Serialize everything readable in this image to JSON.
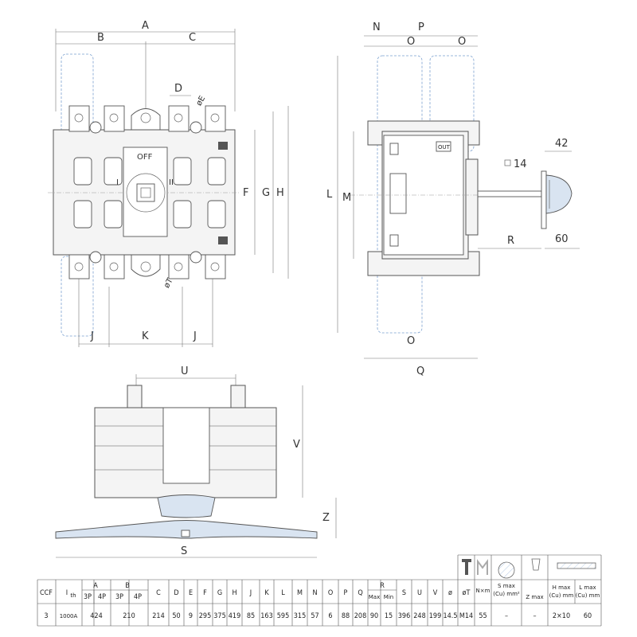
{
  "front_view": {
    "dims": {
      "A": "A",
      "B": "B",
      "C": "C",
      "D": "D",
      "E": "øE",
      "F": "F",
      "G": "G",
      "H": "H",
      "J1": "J",
      "K": "K",
      "J2": "J",
      "T": "øT"
    },
    "switch_label": "OFF",
    "pos_I": "I",
    "pos_II": "II"
  },
  "side_view": {
    "dims": {
      "N": "N",
      "P": "P",
      "O1": "O",
      "O2": "O",
      "O3": "O",
      "L": "L",
      "M": "M",
      "Q": "Q",
      "R": "R",
      "d42": "42",
      "d60": "60",
      "d14": "14"
    },
    "out_label": "OUT"
  },
  "bottom_view": {
    "dims": {
      "U": "U",
      "V": "V",
      "Z": "Z",
      "S": "S"
    }
  },
  "table": {
    "header": {
      "ccf": "CCF",
      "ith": "I",
      "ith_sub": "th",
      "A": "A",
      "A_3p": "3P",
      "A_4p": "4P",
      "B": "B",
      "B_3p": "3P",
      "B_4p": "4P",
      "cols": [
        "C",
        "D",
        "E",
        "F",
        "G",
        "H",
        "J",
        "K",
        "L",
        "M",
        "N",
        "O",
        "P",
        "Q"
      ],
      "R": "R",
      "R_max": "Max",
      "R_min": "Min",
      "cols2": [
        "S",
        "U",
        "V",
        "ø",
        "øT"
      ],
      "nxm": "N×m",
      "smax": "S max",
      "smax_unit": "(Cu) mm²",
      "zmax": "Z max",
      "hmax": "H max",
      "hmax_unit": "(Cu) mm",
      "lmax": "L max",
      "lmax_unit": "(Cu) mm"
    },
    "row": {
      "ccf": "3",
      "ith": "1000A",
      "A": "424",
      "B": "210",
      "cols": [
        "214",
        "50",
        "9",
        "295",
        "375",
        "419",
        "85",
        "163",
        "595",
        "315",
        "57",
        "6",
        "88",
        "208"
      ],
      "R_max": "90",
      "R_min": "15",
      "cols2": [
        "396",
        "248",
        "199",
        "14.5",
        "M14"
      ],
      "nxm": "55",
      "smax": "–",
      "zmax": "–",
      "hxl": "2×10",
      "lmax": "60"
    }
  }
}
